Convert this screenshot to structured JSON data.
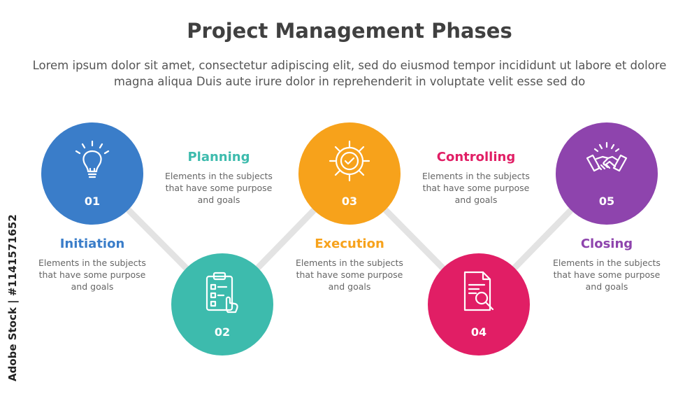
{
  "title": "Project Management Phases",
  "subtitle": "Lorem ipsum dolor sit amet, consectetur adipiscing elit, sed do eiusmod tempor incididunt ut labore et dolore magna aliqua Duis aute irure dolor in reprehenderit in voluptate velit esse sed do",
  "watermark": "Adobe Stock | #1141571652",
  "phases": [
    {
      "number": "01",
      "title": "Initiation",
      "description": "Elements in the subjects\nthat have  some purpose\nand goals",
      "color": "#3A7DC9",
      "icon": "lightbulb-icon"
    },
    {
      "number": "02",
      "title": "Planning",
      "description": "Elements in the subjects\nthat have  some purpose\nand goals",
      "color": "#3DBBAD",
      "icon": "clipboard-checklist-icon"
    },
    {
      "number": "03",
      "title": "Execution",
      "description": "Elements in the subjects\nthat have  some purpose\nand goals",
      "color": "#F7A21B",
      "icon": "gear-check-icon"
    },
    {
      "number": "04",
      "title": "Controlling",
      "description": "Elements in the subjects\nthat have  some purpose\nand goals",
      "color": "#E11E65",
      "icon": "document-search-icon"
    },
    {
      "number": "05",
      "title": "Closing",
      "description": "Elements in the subjects\nthat have  some purpose\nand goals",
      "color": "#8E44AD",
      "icon": "handshake-icon"
    }
  ]
}
